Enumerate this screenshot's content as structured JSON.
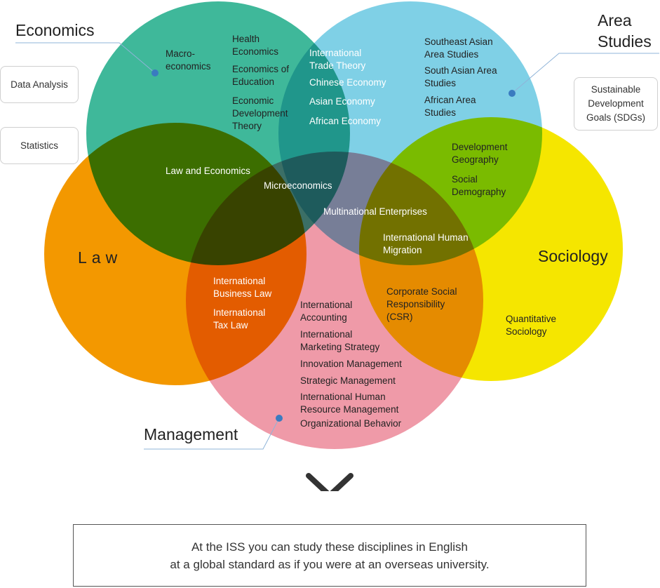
{
  "colors": {
    "economics": "#3fb89a",
    "area_studies": "#7fd0e6",
    "law": "#f39800",
    "sociology": "#f5e600",
    "management": "#ef9aa8",
    "connector_dot": "#3a7bc0",
    "connector_line": "#8fb4d8"
  },
  "circles": {
    "economics": "Economics",
    "area_studies_line1": "Area",
    "area_studies_line2": "Studies",
    "law": "Law",
    "sociology": "Sociology",
    "management": "Management"
  },
  "side_boxes": {
    "data_analysis": "Data Analysis",
    "statistics": "Statistics",
    "sdgs": "Sustainable\nDevelopment\nGoals (SDGs)"
  },
  "labels": {
    "macroeconomics": [
      "Macro-",
      "economics"
    ],
    "health_economics": [
      "Health",
      "Economics"
    ],
    "economics_of_education": [
      "Economics of",
      "Education"
    ],
    "economic_development_theory": [
      "Economic",
      "Development",
      "Theory"
    ],
    "international_trade_theory": [
      "International",
      "Trade Theory"
    ],
    "chinese_economy": [
      "Chinese Economy"
    ],
    "asian_economy": [
      "Asian Economy"
    ],
    "african_economy": [
      "African Economy"
    ],
    "southeast_asian_area_studies": [
      "Southeast Asian",
      "Area Studies"
    ],
    "south_asian_area_studies": [
      "South Asian Area",
      "Studies"
    ],
    "african_area_studies": [
      "African Area",
      "Studies"
    ],
    "development_geography": [
      "Development",
      "Geography"
    ],
    "social_demography": [
      "Social",
      "Demography"
    ],
    "law_and_economics": [
      "Law and Economics"
    ],
    "microeconomics": [
      "Microeconomics"
    ],
    "multinational_enterprises": [
      "Multinational Enterprises"
    ],
    "international_human_migration": [
      "International Human",
      "Migration"
    ],
    "international_business_law": [
      "International",
      "Business Law"
    ],
    "international_tax_law": [
      "International",
      "Tax Law"
    ],
    "csr": [
      "Corporate Social",
      "Responsibility",
      "(CSR)"
    ],
    "quantitative_sociology": [
      "Quantitative",
      "Sociology"
    ],
    "international_accounting": [
      "International",
      "Accounting"
    ],
    "international_marketing_strategy": [
      "International",
      "Marketing Strategy"
    ],
    "innovation_management": [
      "Innovation Management"
    ],
    "strategic_management": [
      "Strategic Management"
    ],
    "international_hrm": [
      "International Human",
      "Resource Management"
    ],
    "organizational_behavior": [
      "Organizational Behavior"
    ]
  },
  "bottom_note": "At the ISS you can study these disciplines in English\nat a global standard as if you were at an overseas university."
}
